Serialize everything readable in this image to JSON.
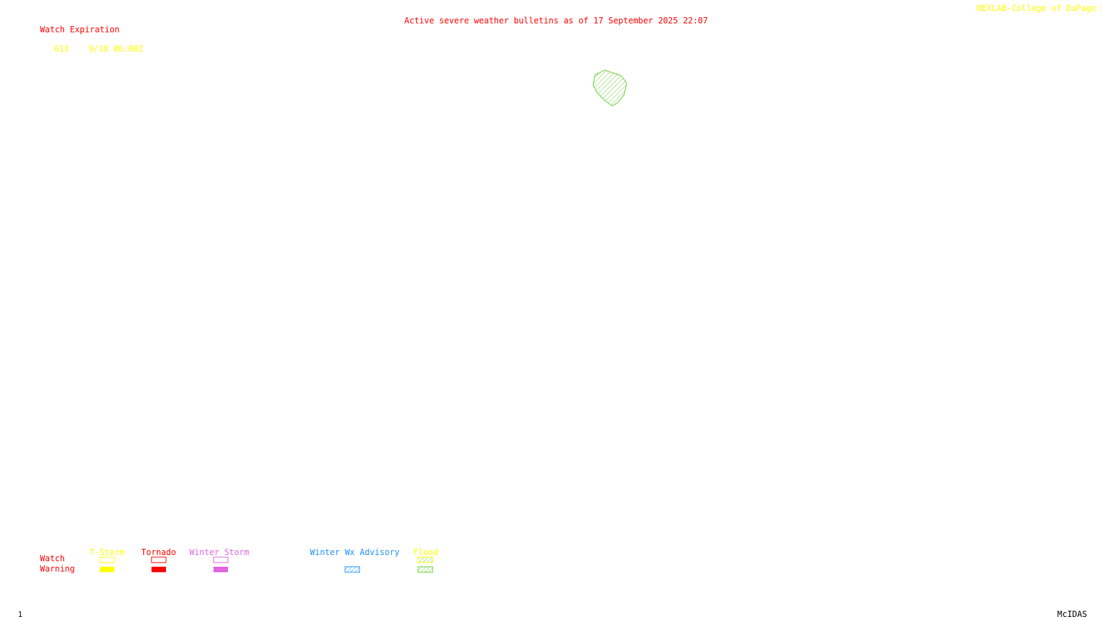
{
  "header": {
    "title": "Active severe weather bulletins as of 17 September 2025 22:07",
    "credit": "NEXLAB-College of DuPage R"
  },
  "watch_table": {
    "heading": "Watch Expiration",
    "rows": [
      {
        "number": "613",
        "expiration": "9/18 06:00Z"
      }
    ]
  },
  "map": {
    "polygons": [
      {
        "type": "flood-warning",
        "color": "#66cc33",
        "fill": "hatched"
      }
    ]
  },
  "legend": {
    "row_labels": {
      "watch": "Watch",
      "warning": "Warning"
    },
    "categories": [
      {
        "label": "T-Storm",
        "color": "#ffff00"
      },
      {
        "label": "Tornado",
        "color": "#ff0000"
      },
      {
        "label": "Winter Storm",
        "color": "#e066e0"
      },
      {
        "label": "Winter Wx Advisory",
        "color": "#1e90ff"
      },
      {
        "label": "Flood",
        "color": "#ffff00"
      }
    ]
  },
  "footer": {
    "frame_number": "1",
    "software": "McIDAS"
  }
}
